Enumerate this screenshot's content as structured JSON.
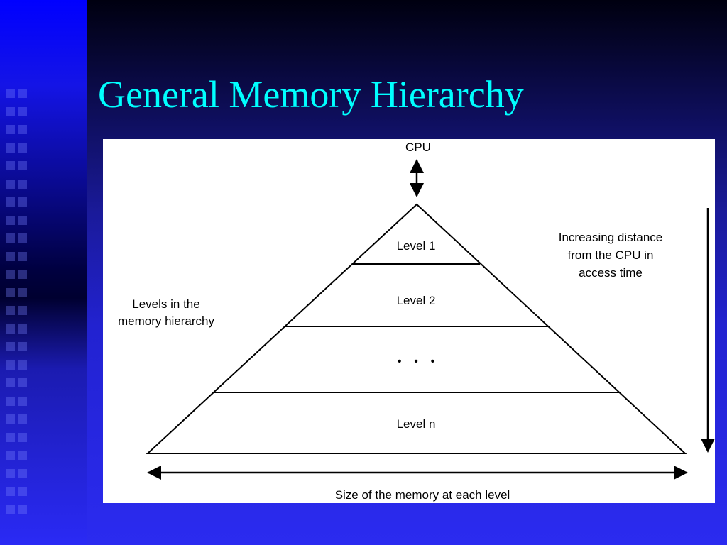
{
  "slide": {
    "title": "General Memory Hierarchy"
  },
  "diagram": {
    "cpu_label": "CPU",
    "levels": [
      "Level 1",
      "Level 2",
      "•    •    •",
      "Level n"
    ],
    "left_label": [
      "Levels in the",
      "memory hierarchy"
    ],
    "right_label": [
      "Increasing distance",
      "from the CPU in",
      "access time"
    ],
    "bottom_label": "Size of the memory at each level"
  },
  "colors": {
    "title": "#00ffff",
    "panel": "#ffffff",
    "background": "#2b2bf0"
  }
}
